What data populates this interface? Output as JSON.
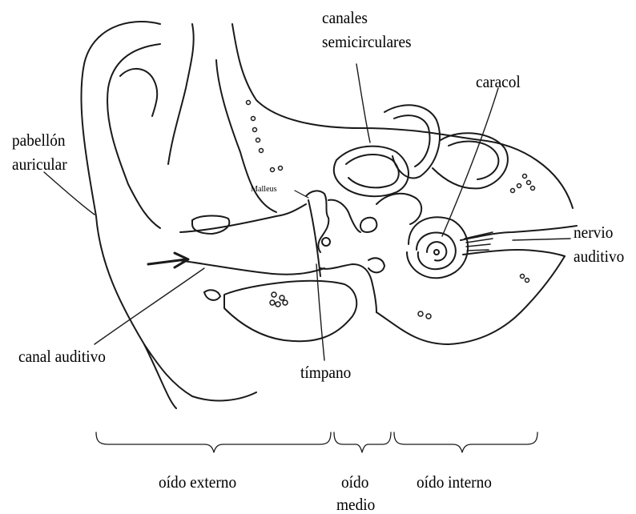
{
  "labels": {
    "canales": "canales",
    "semicirculares": "semicirculares",
    "caracol": "caracol",
    "pabellon": "pabellón",
    "auricular": "auricular",
    "malleus": "Malleus",
    "nervio": "nervio",
    "auditivo": "auditivo",
    "canal_auditivo": "canal auditivo",
    "timpano": "tímpano"
  },
  "sections": {
    "externo": "oído externo",
    "medio_1": "oído",
    "medio_2": "medio",
    "interno": "oído interno"
  },
  "colors": {
    "line": "#1a1a1a",
    "background": "#ffffff"
  }
}
